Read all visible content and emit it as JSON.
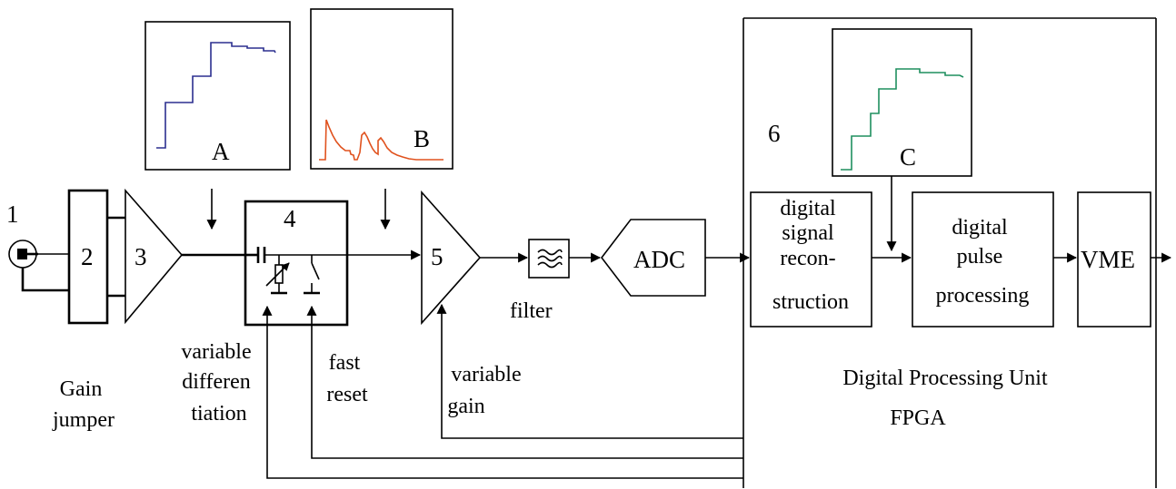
{
  "diagram": {
    "numbers": {
      "n1": "1",
      "n2": "2",
      "n3": "3",
      "n4": "4",
      "n5": "5",
      "n6": "6"
    },
    "insets": {
      "a": "A",
      "b": "B",
      "c": "C"
    },
    "adc": "ADC",
    "vme": "VME",
    "filter": "filter",
    "gain_jumper": [
      "Gain",
      "jumper"
    ],
    "variable_differentiation": [
      "variable",
      "differen",
      "tiation"
    ],
    "fast_reset": [
      "fast",
      "reset"
    ],
    "variable_gain": [
      "variable",
      "gain"
    ],
    "digital_signal_reconstruction": [
      "digital",
      "signal",
      "recon-",
      "struction"
    ],
    "digital_pulse_processing": [
      "digital",
      "pulse",
      "processing"
    ],
    "processing_unit": [
      "Digital Processing Unit",
      "FPGA"
    ],
    "colors": {
      "trace_a": "#2b2f8f",
      "trace_b": "#e0521e",
      "trace_c": "#1f8f5f"
    }
  }
}
